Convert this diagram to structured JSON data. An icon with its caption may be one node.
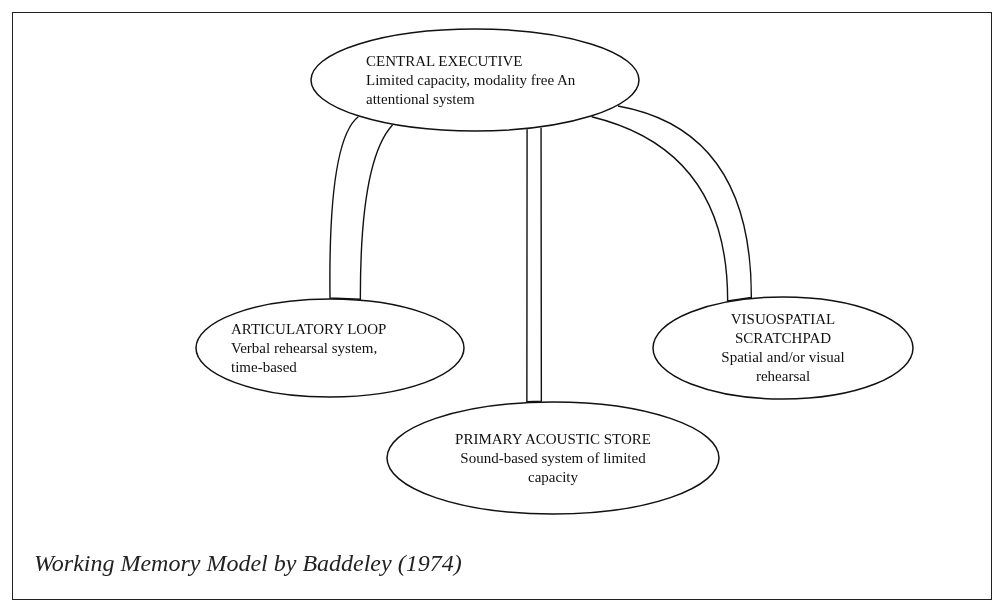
{
  "diagram": {
    "caption": "Working Memory Model by Baddeley (1974)",
    "nodes": [
      {
        "text": [
          "CENTRAL EXECUTIVE",
          "Limited capacity, modality free An attentional system"
        ]
      },
      {
        "text": [
          "ARTICULATORY LOOP",
          "Verbal rehearsal system, time-based"
        ]
      },
      {
        "text": [
          "VISUOSPATIAL SCRATCHPAD",
          "Spatial and/or visual rehearsal"
        ]
      },
      {
        "text": [
          "PRIMARY ACOUSTIC STORE",
          "Sound-based system of limited capacity"
        ]
      }
    ],
    "edges": [
      {
        "from": 0,
        "to": 1,
        "arrow": "none"
      },
      {
        "from": 0,
        "to": 2,
        "arrow": "none"
      },
      {
        "from": 0,
        "to": 3,
        "arrow": "none"
      }
    ]
  }
}
